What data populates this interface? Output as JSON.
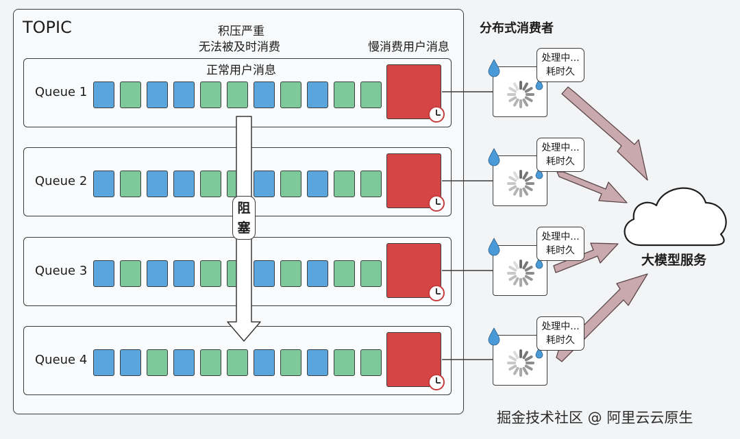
{
  "topic": {
    "title": "TOPIC"
  },
  "labels": {
    "backlog_line1": "积压严重",
    "backlog_line2": "无法被及时消费",
    "normal_messages": "正常用户消息",
    "slow_messages": "慢消费用户消息",
    "distributed_consumers": "分布式消费者",
    "blocked": "阻塞",
    "llm_service": "大模型服务"
  },
  "queues": [
    {
      "name": "Queue 1",
      "messages": [
        "blue",
        "green",
        "blue",
        "blue",
        "green",
        "green",
        "blue",
        "green",
        "blue",
        "green",
        "green"
      ]
    },
    {
      "name": "Queue 2",
      "messages": [
        "blue",
        "green",
        "blue",
        "blue",
        "green",
        "green",
        "blue",
        "green",
        "blue",
        "green",
        "green"
      ]
    },
    {
      "name": "Queue 3",
      "messages": [
        "blue",
        "green",
        "blue",
        "blue",
        "green",
        "green",
        "blue",
        "green",
        "blue",
        "green",
        "green"
      ]
    },
    {
      "name": "Queue 4",
      "messages": [
        "blue",
        "blue",
        "green",
        "blue",
        "green",
        "green",
        "blue",
        "green",
        "blue",
        "green",
        "green"
      ]
    }
  ],
  "consumers": [
    {
      "status_line1": "处理中...",
      "status_line2": "耗时久"
    },
    {
      "status_line1": "处理中...",
      "status_line2": "耗时久"
    },
    {
      "status_line1": "处理中...",
      "status_line2": "耗时久"
    },
    {
      "status_line1": "处理中...",
      "status_line2": "耗时久"
    }
  ],
  "colors": {
    "blue": "#5aa5dc",
    "green": "#7dc99a",
    "red": "#d64545",
    "arrow": "#c9a9ad"
  },
  "watermark": "掘金技术社区 @ 阿里云云原生"
}
